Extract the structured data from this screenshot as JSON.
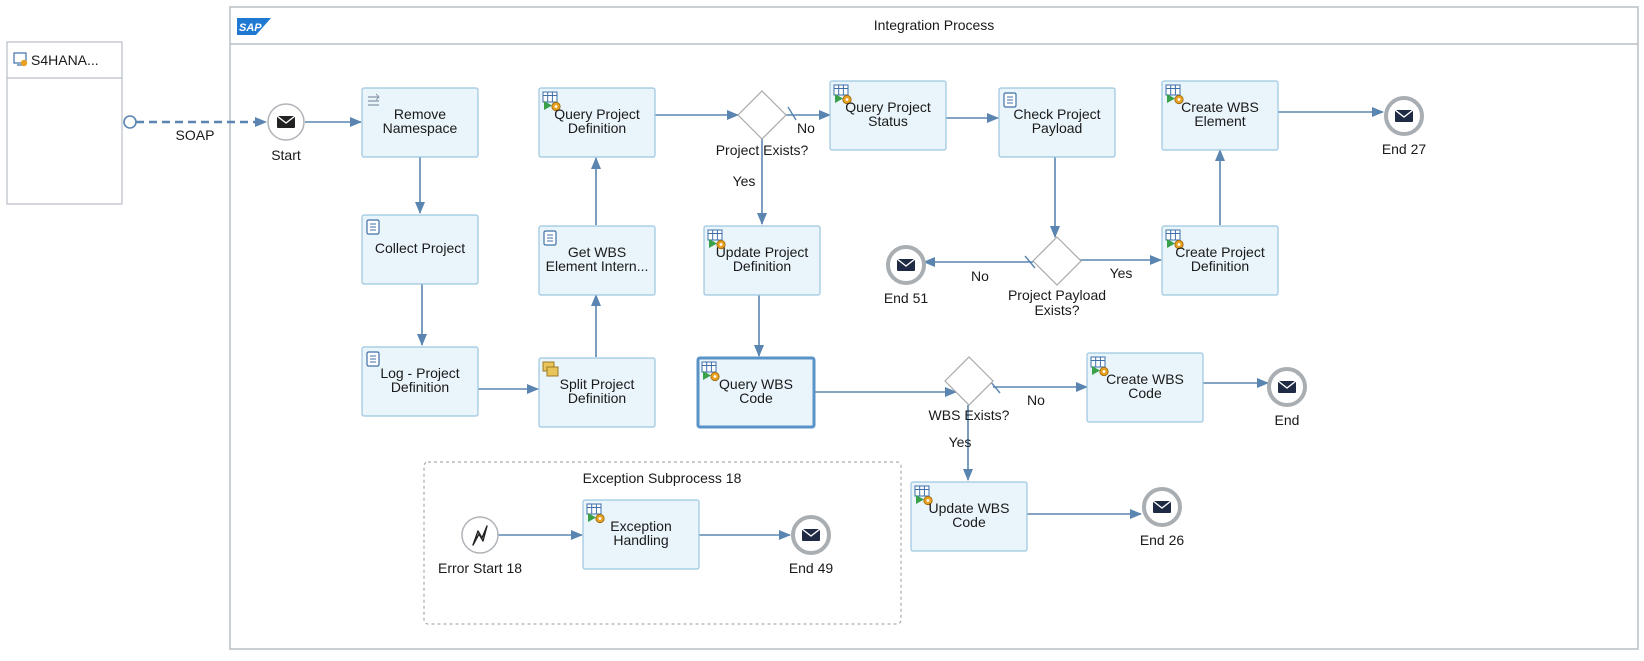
{
  "sender": {
    "name": "S4HANA..."
  },
  "process": {
    "title": "Integration Process",
    "logo": "SAP"
  },
  "connection": {
    "label": "SOAP"
  },
  "events": {
    "start": "Start",
    "end27": "End 27",
    "end51": "End 51",
    "end": "End",
    "end26": "End 26",
    "end49": "End 49",
    "error_start": "Error Start 18"
  },
  "tasks": {
    "remove_namespace": [
      "Remove",
      "Namespace"
    ],
    "collect_project": [
      "Collect Project"
    ],
    "log_project": [
      "Log - Project",
      "Definition"
    ],
    "split_project": [
      "Split Project",
      "Definition"
    ],
    "get_wbs": [
      "Get WBS",
      "Element Intern..."
    ],
    "query_project": [
      "Query Project",
      "Definition"
    ],
    "update_project": [
      "Update Project",
      "Definition"
    ],
    "query_wbs": [
      "Query WBS",
      "Code"
    ],
    "query_status": [
      "Query Project",
      "Status"
    ],
    "check_payload": [
      "Check Project",
      "Payload"
    ],
    "create_wbs_element": [
      "Create WBS",
      "Element"
    ],
    "create_project": [
      "Create Project",
      "Definition"
    ],
    "create_wbs_code": [
      "Create WBS",
      "Code"
    ],
    "update_wbs": [
      "Update WBS",
      "Code"
    ],
    "exception_handling": [
      "Exception",
      "Handling"
    ]
  },
  "gateways": {
    "project_exists": [
      "Project Exists?"
    ],
    "payload_exists": [
      "Project Payload",
      "Exists?"
    ],
    "wbs_exists": [
      "WBS Exists?"
    ]
  },
  "flow_labels": {
    "no_project": "No",
    "yes_project": "Yes",
    "no_payload": "No",
    "yes_payload": "Yes",
    "no_wbs": "No",
    "yes_wbs": "Yes"
  },
  "subprocess": {
    "title": "Exception Subprocess 18"
  },
  "colors": {
    "task_fill": "#e9f4fb",
    "task_border": "#9cc6e0",
    "flow": "#5a85b0",
    "sap_blue": "#1f78d1"
  }
}
